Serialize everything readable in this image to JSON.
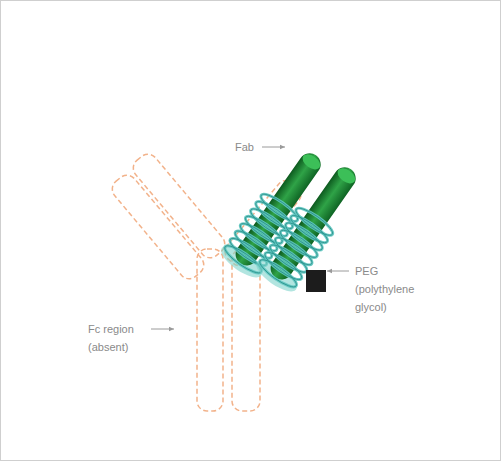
{
  "diagram": {
    "labels": [
      "Fab",
      "PEG (polythylene glycol)",
      "Fc region (absent)"
    ]
  }
}
